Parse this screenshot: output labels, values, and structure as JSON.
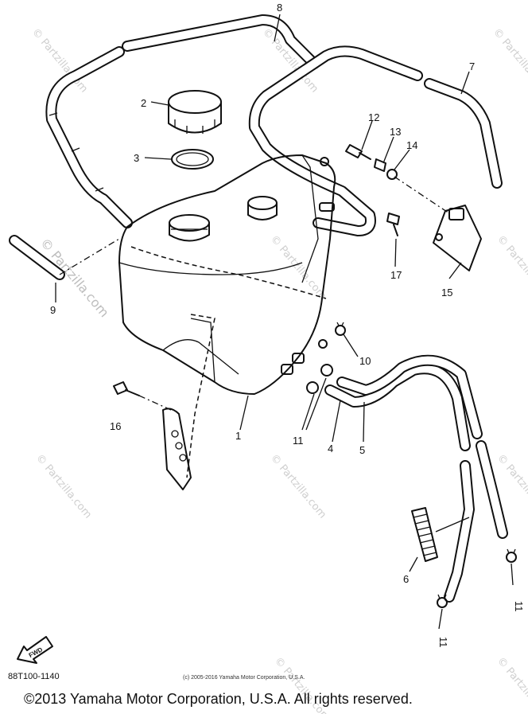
{
  "labels": {
    "p1": "1",
    "p2": "2",
    "p3": "3",
    "p4": "4",
    "p5": "5",
    "p6": "6",
    "p7": "7",
    "p8": "8",
    "p9": "9",
    "p10": "10",
    "p11a": "11",
    "p11b": "11",
    "p11c": "11",
    "p12": "12",
    "p13": "13",
    "p14": "14",
    "p15": "15",
    "p16": "16",
    "p17": "17"
  },
  "fwd_label": "FWD",
  "part_code": "88T100-1140",
  "small_copyright": "(c) 2005-2016 Yamaha Motor Corporation, U.S.A.",
  "copyright": "©2013 Yamaha Motor Corporation, U.S.A. All rights reserved.",
  "watermark": "© Partzilla.com"
}
